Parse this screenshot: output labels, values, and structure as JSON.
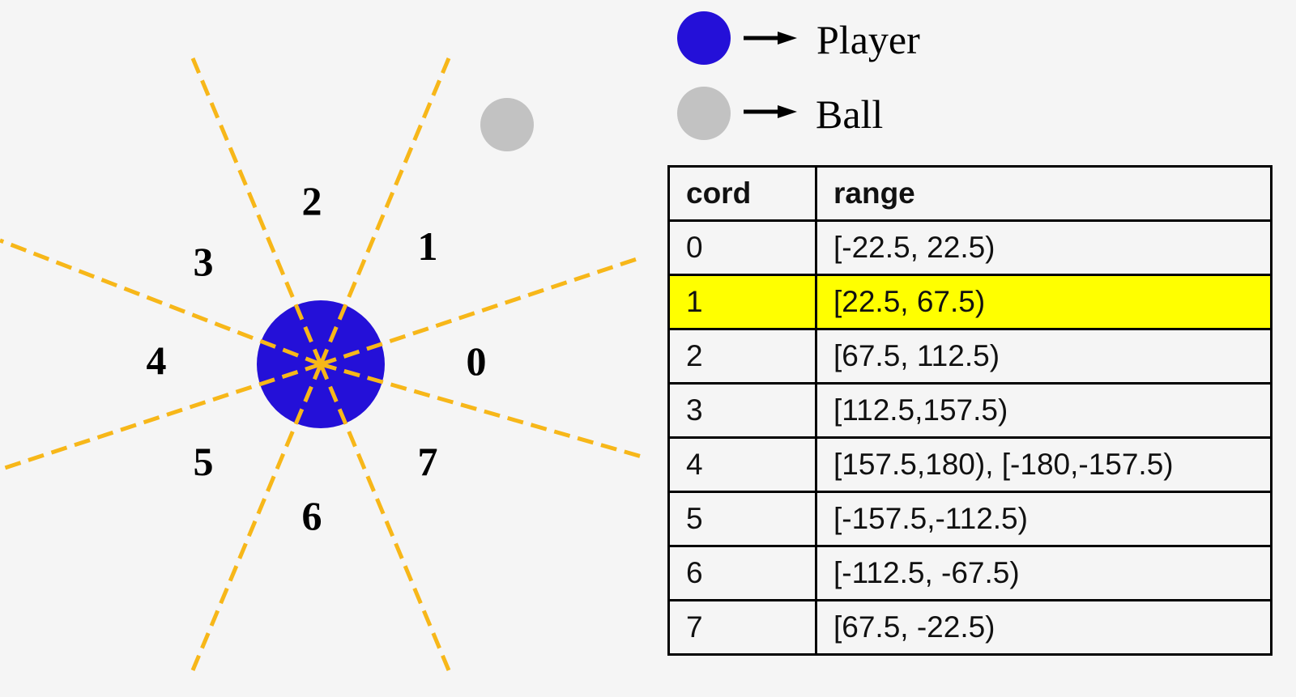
{
  "legend": [
    {
      "label": "Player",
      "color": "#2410d8"
    },
    {
      "label": "Ball",
      "color": "#c2c2c2"
    }
  ],
  "sectors": [
    "0",
    "1",
    "2",
    "3",
    "4",
    "5",
    "6",
    "7"
  ],
  "table": {
    "headers": [
      "cord",
      "range"
    ],
    "highlight_color": "#ffff00",
    "rows": [
      {
        "cord": "0",
        "range": "[-22.5, 22.5)"
      },
      {
        "cord": "1",
        "range": "[22.5, 67.5)",
        "highlighted": true
      },
      {
        "cord": "2",
        "range": "[67.5, 112.5)"
      },
      {
        "cord": "3",
        "range": "[112.5,157.5)"
      },
      {
        "cord": "4",
        "range": "[157.5,180), [-180,-157.5)"
      },
      {
        "cord": "5",
        "range": "[-157.5,-112.5)"
      },
      {
        "cord": "6",
        "range": "[-112.5, -67.5)"
      },
      {
        "cord": "7",
        "range": "[67.5, -22.5)"
      }
    ]
  },
  "colors": {
    "divider_lines": "#f7b719",
    "player": "#2410d8",
    "ball": "#c2c2c2"
  }
}
